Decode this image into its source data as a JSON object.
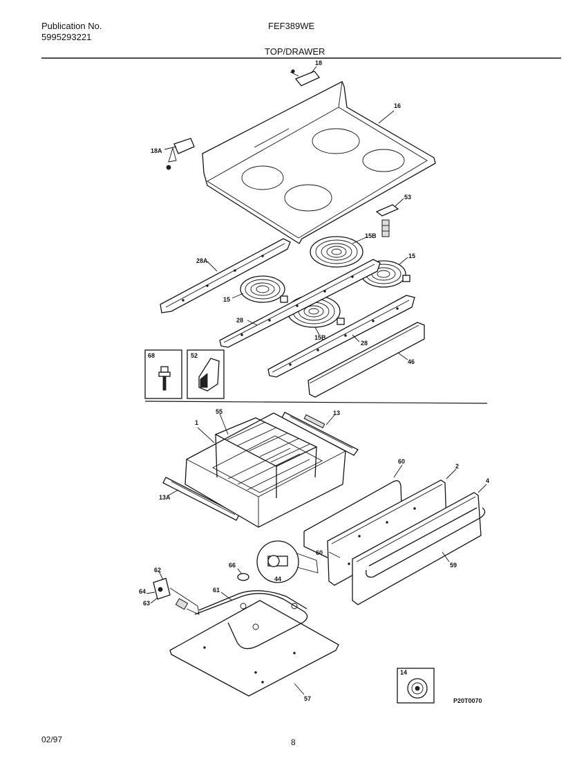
{
  "header": {
    "publication_label": "Publication No.",
    "publication_number": "5995293221",
    "model": "FEF389WE",
    "section_title": "TOP/DRAWER"
  },
  "footer": {
    "date": "02/97",
    "page_number": "8",
    "drawing_code": "P20T0070"
  },
  "callouts": {
    "c18_top": "18",
    "c16": "16",
    "c18a": "18A",
    "c53": "53",
    "c15b_top": "15B",
    "c15_right": "15",
    "c28a": "28A",
    "c15_left": "15",
    "c28_left": "28",
    "c15b_bottom": "15B",
    "c28_right": "28",
    "c46": "46",
    "c68": "68",
    "c52_inset": "52",
    "c55": "55",
    "c13": "13",
    "c1": "1",
    "c13a": "13A",
    "c60_top": "60",
    "c2": "2",
    "c4": "4",
    "c60_mid": "60",
    "c59": "59",
    "c44": "44",
    "c66": "66",
    "c62": "62",
    "c61": "61",
    "c64": "64",
    "c63": "63",
    "c57": "57",
    "c14": "14"
  }
}
